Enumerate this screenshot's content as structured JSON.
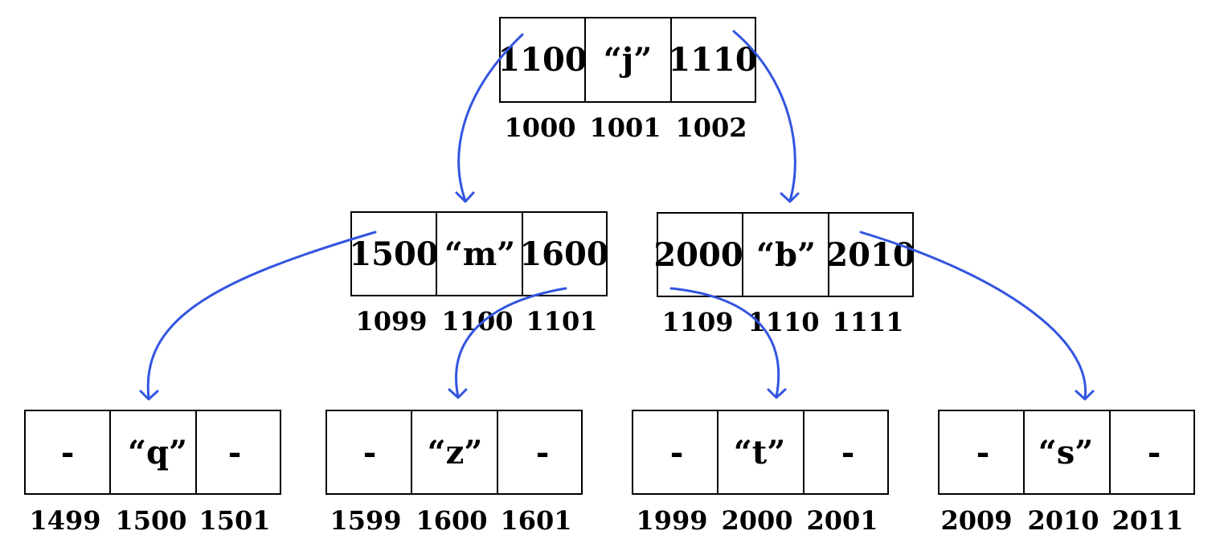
{
  "colors": {
    "arrow": "#3355e0",
    "box_stroke": "#000000",
    "text": "#000000"
  },
  "nodes": [
    {
      "id": "root",
      "cells": [
        "1100",
        "“j”",
        "1110"
      ],
      "addresses": [
        "1000",
        "1001",
        "1002"
      ]
    },
    {
      "id": "left",
      "cells": [
        "1500",
        "“m”",
        "1600"
      ],
      "addresses": [
        "1099",
        "1100",
        "1101"
      ]
    },
    {
      "id": "right",
      "cells": [
        "2000",
        "“b”",
        "2010"
      ],
      "addresses": [
        "1109",
        "1110",
        "1111"
      ]
    },
    {
      "id": "leaf-q",
      "cells": [
        "-",
        "“q”",
        "-"
      ],
      "addresses": [
        "1499",
        "1500",
        "1501"
      ]
    },
    {
      "id": "leaf-z",
      "cells": [
        "-",
        "“z”",
        "-"
      ],
      "addresses": [
        "1599",
        "1600",
        "1601"
      ]
    },
    {
      "id": "leaf-t",
      "cells": [
        "-",
        "“t”",
        "-"
      ],
      "addresses": [
        "1999",
        "2000",
        "2001"
      ]
    },
    {
      "id": "leaf-s",
      "cells": [
        "-",
        "“s”",
        "-"
      ],
      "addresses": [
        "2009",
        "2010",
        "2011"
      ]
    }
  ]
}
